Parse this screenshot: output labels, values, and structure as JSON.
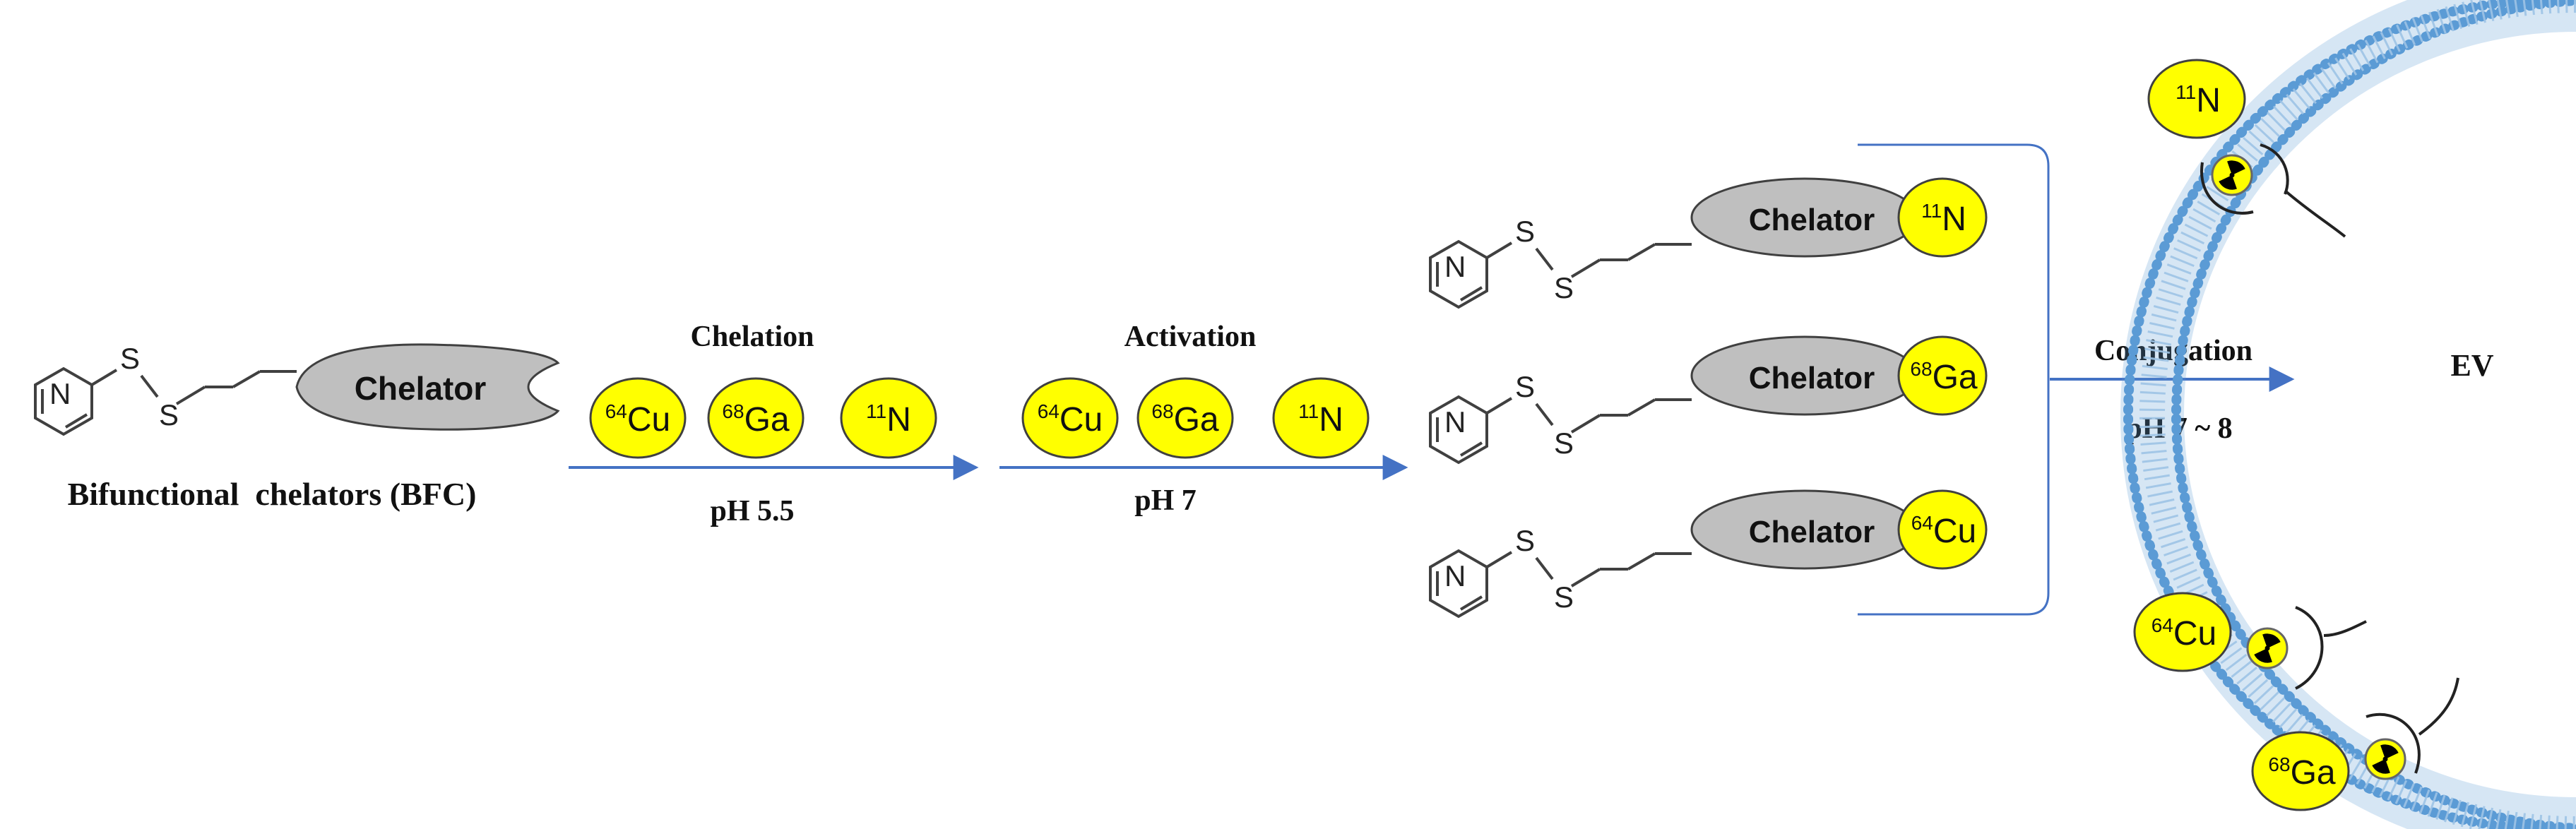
{
  "bfc": {
    "chelator_label": "Chelator",
    "caption": "Bifunctional  chelators (BFC)",
    "atom_n": "N",
    "atom_s": "S"
  },
  "steps": {
    "chelation": {
      "title": "Chelation",
      "condition": "pH 5.5"
    },
    "activation": {
      "title": "Activation",
      "condition": "pH 7"
    },
    "conjugation": {
      "title": "Conjugation",
      "condition": "pH 7 ~ 8"
    }
  },
  "isotopes": {
    "cu": {
      "mass": "64",
      "symbol": "Cu"
    },
    "ga": {
      "mass": "68",
      "symbol": "Ga"
    },
    "n": {
      "mass": "11",
      "symbol": "N"
    }
  },
  "vesicle": {
    "label": "EV"
  },
  "colors": {
    "arrow": "#4472c4",
    "isotope_fill": "#ffff00",
    "chelator_fill": "#bfbfbf",
    "membrane": "#5b9bd5",
    "membrane_light": "#bdd7ee",
    "radiation_symbol": "#000000"
  },
  "icons": [
    "pyridyl-disulfide-structure",
    "chelator-shape",
    "radiation-icon",
    "lipid-bilayer"
  ]
}
